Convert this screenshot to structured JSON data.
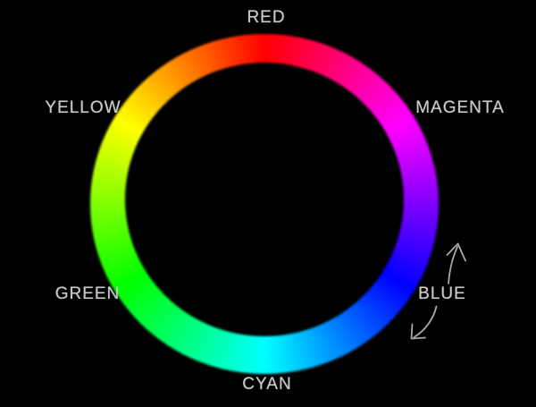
{
  "scene": {
    "background_color": "#000000",
    "label_text_color": "#c9c9c9",
    "arrow_color": "#a8a8a8"
  },
  "wheel": {
    "type": "color-wheel",
    "colors_clockwise_from_top": [
      "#ff0000",
      "#ff00ff",
      "#0000ff",
      "#00ffff",
      "#00ff00",
      "#ffff00",
      "#ff0000"
    ]
  },
  "labels": {
    "red": "RED",
    "magenta": "MAGENTA",
    "blue": "BLUE",
    "cyan": "CYAN",
    "green": "GREEN",
    "yellow": "YELLOW"
  },
  "icons": {
    "arrow_up": "arrow-up-icon",
    "arrow_down_left": "arrow-down-left-icon"
  }
}
